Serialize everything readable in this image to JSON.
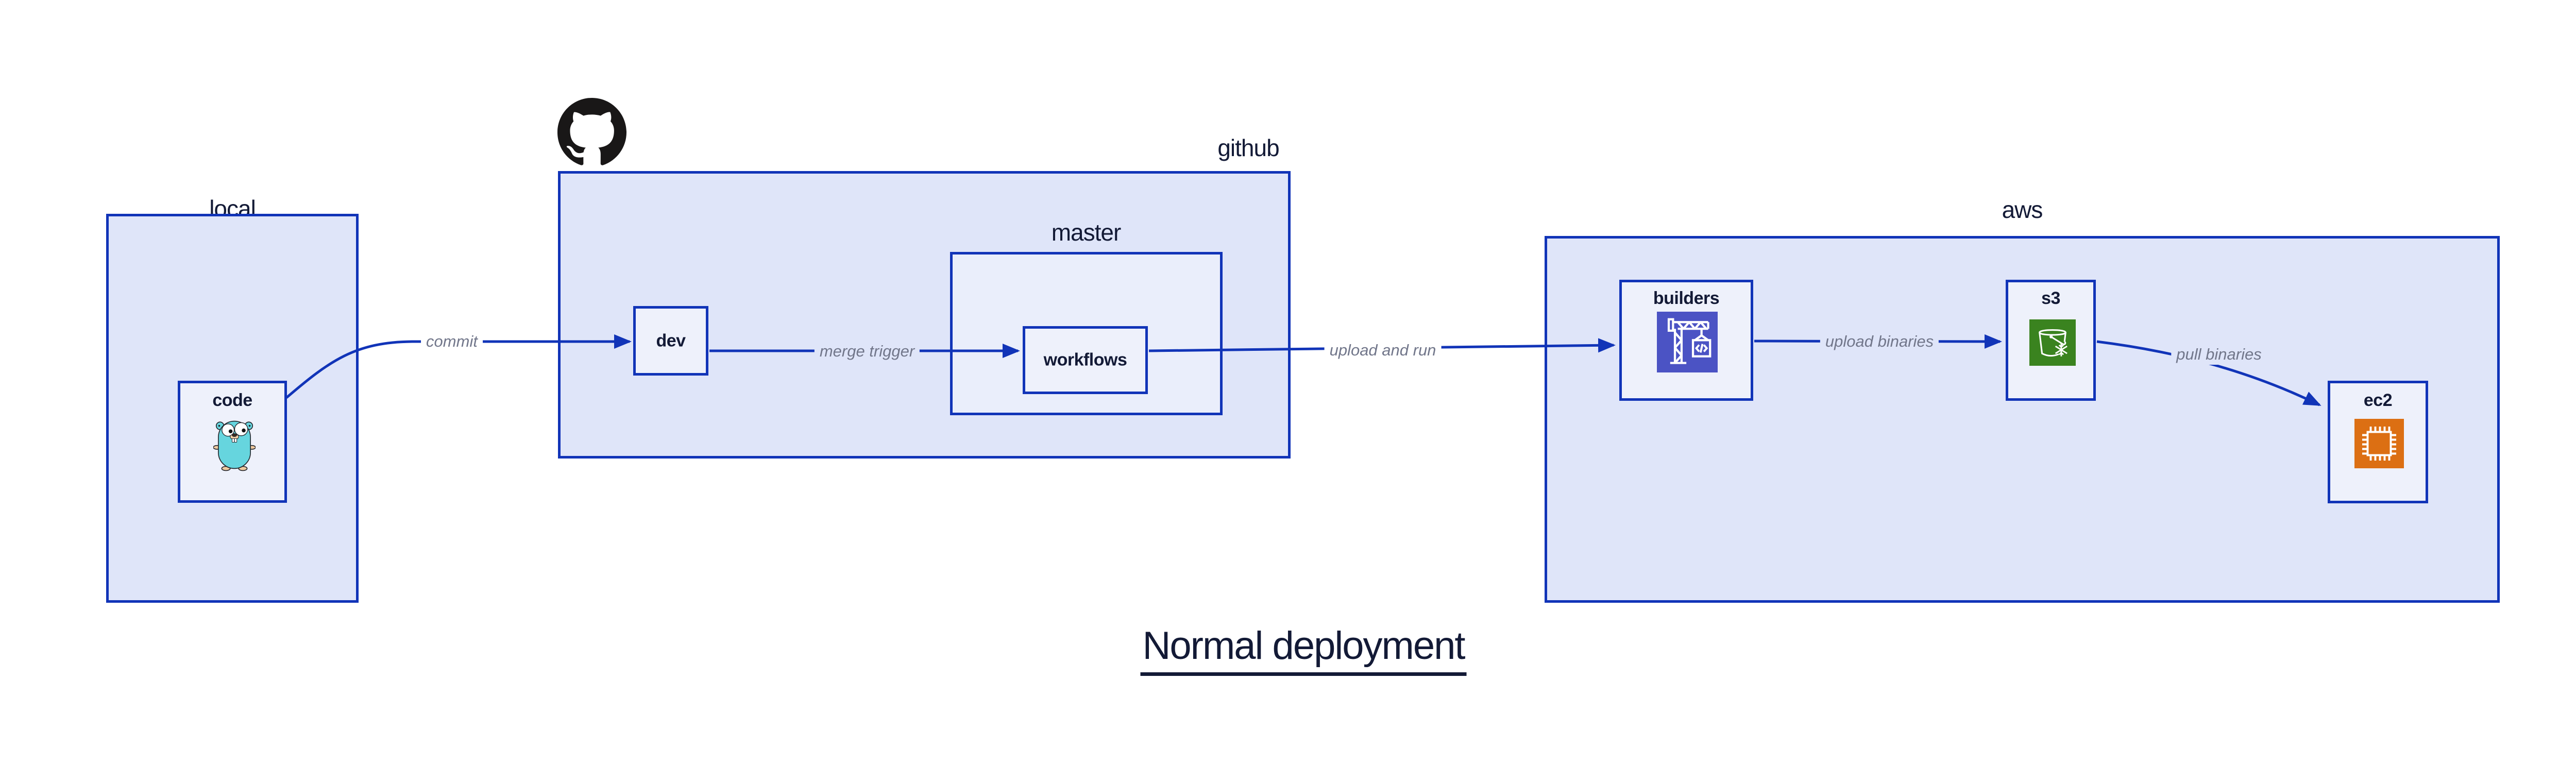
{
  "title": "Normal deployment",
  "containers": {
    "local": {
      "label": "local"
    },
    "github": {
      "label": "github",
      "logo_icon": "github-logo-icon"
    },
    "master": {
      "label": "master"
    },
    "aws": {
      "label": "aws"
    }
  },
  "nodes": {
    "code": {
      "label": "code",
      "icon": "go-gopher-icon"
    },
    "dev": {
      "label": "dev"
    },
    "workflows": {
      "label": "workflows"
    },
    "builders": {
      "label": "builders",
      "icon": "aws-codebuild-icon"
    },
    "s3": {
      "label": "s3",
      "icon": "aws-s3-glacier-icon"
    },
    "ec2": {
      "label": "ec2",
      "icon": "aws-ec2-icon"
    }
  },
  "edges": [
    {
      "from": "code",
      "to": "dev",
      "label": "commit"
    },
    {
      "from": "dev",
      "to": "workflows",
      "label": "merge trigger"
    },
    {
      "from": "workflows",
      "to": "builders",
      "label": "upload and run"
    },
    {
      "from": "builders",
      "to": "s3",
      "label": "upload binaries"
    },
    {
      "from": "s3",
      "to": "ec2",
      "label": "pull binaries"
    }
  ],
  "colors": {
    "border_and_arrow_blue": "#1134b8",
    "container_fill": "#dfe5f9",
    "subgroup_fill": "#eaeefb",
    "node_fill": "#eef1fb",
    "text_dark": "#131a36",
    "edge_label_gray": "#71768a",
    "github_black": "#191717",
    "codebuild_purple": "#4b53c4",
    "s3_glacier_green": "#3a831f",
    "ec2_orange": "#dc6f13",
    "gopher_teal": "#66d5de",
    "background": "#ffffff"
  }
}
